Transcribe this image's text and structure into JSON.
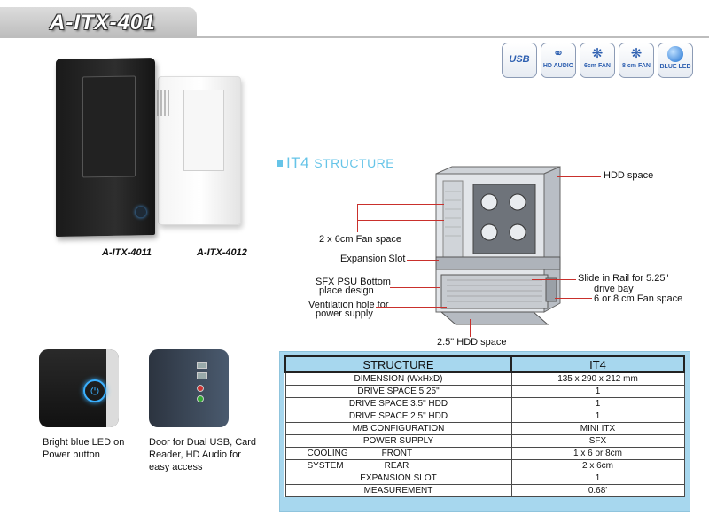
{
  "header": {
    "title": "A-ITX-401"
  },
  "features": [
    {
      "icon": "usb-icon",
      "label": "USB"
    },
    {
      "icon": "headphones-icon",
      "label": "HD AUDIO"
    },
    {
      "icon": "fan-icon",
      "label": "6cm FAN"
    },
    {
      "icon": "fan-icon",
      "label": "8 cm FAN"
    },
    {
      "icon": "blue-led-icon",
      "label": "BLUE LED"
    }
  ],
  "models": [
    "A-ITX-4011",
    "A-ITX-4012"
  ],
  "thumbnails": [
    {
      "caption": "Bright blue LED on Power button"
    },
    {
      "caption": "Door for Dual USB, Card Reader, HD Audio for easy access"
    }
  ],
  "structure": {
    "title_prefix": "IT4",
    "title_suffix": "STRUCTURE",
    "callouts": {
      "hdd_space": "HDD space",
      "fan_space": "2 x 6cm Fan space",
      "expansion_slot": "Expansion Slot",
      "psu_line1": "SFX PSU Bottom",
      "psu_line2": "place design",
      "vent_line1": "Ventilation hole for",
      "vent_line2": "power supply",
      "rail_line1": "Slide in Rail for 5.25\"",
      "rail_line2": "drive bay",
      "fan_8cm": "6 or 8 cm Fan space",
      "hdd25": "2.5\" HDD space"
    }
  },
  "spec_table": {
    "headers": [
      "STRUCTURE",
      "IT4"
    ],
    "rows": [
      {
        "label": "DIMENSION (WxHxD)",
        "value": "135 x 290 x 212 mm"
      },
      {
        "label": "DRIVE SPACE 5.25\"",
        "value": "1"
      },
      {
        "label": "DRIVE SPACE 3.5\" HDD",
        "value": "1"
      },
      {
        "label": "DRIVE SPACE 2.5\" HDD",
        "value": "1"
      },
      {
        "label": "M/B CONFIGURATION",
        "value": "MINI ITX"
      },
      {
        "label": "POWER SUPPLY",
        "value": "SFX"
      },
      {
        "label_a": "COOLING",
        "label_b": "FRONT",
        "value": "1 x 6 or 8cm"
      },
      {
        "label_a": "SYSTEM",
        "label_b": "REAR",
        "value": "2 x 6cm"
      },
      {
        "label": "EXPANSION SLOT",
        "value": "1"
      },
      {
        "label": "MEASUREMENT",
        "value": "0.68'"
      }
    ]
  }
}
